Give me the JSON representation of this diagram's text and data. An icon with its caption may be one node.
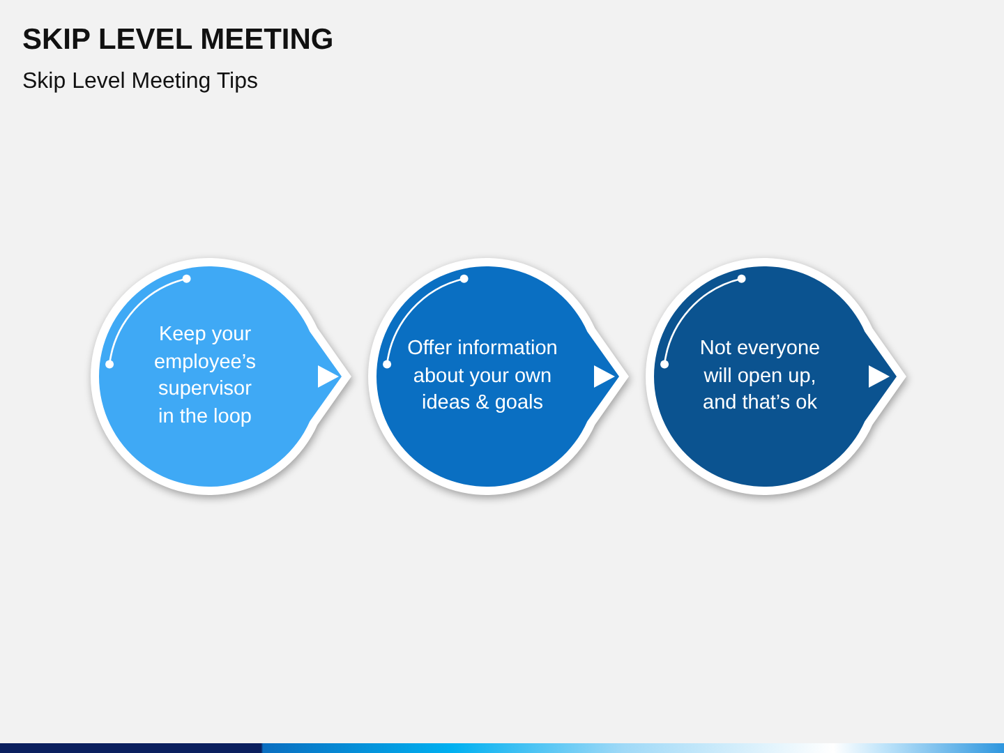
{
  "diagram": {
    "title": "SKIP LEVEL MEETING",
    "nodes": [
      {
        "text": [
          "Keep your employee’s supervisor in the loop"
        ]
      },
      {
        "text": [
          "Offer information about your own ideas & goals"
        ]
      },
      {
        "text": [
          "Not everyone will open up, and that’s ok"
        ]
      }
    ],
    "labels": [
      "Skip Level Meeting Tips"
    ]
  }
}
